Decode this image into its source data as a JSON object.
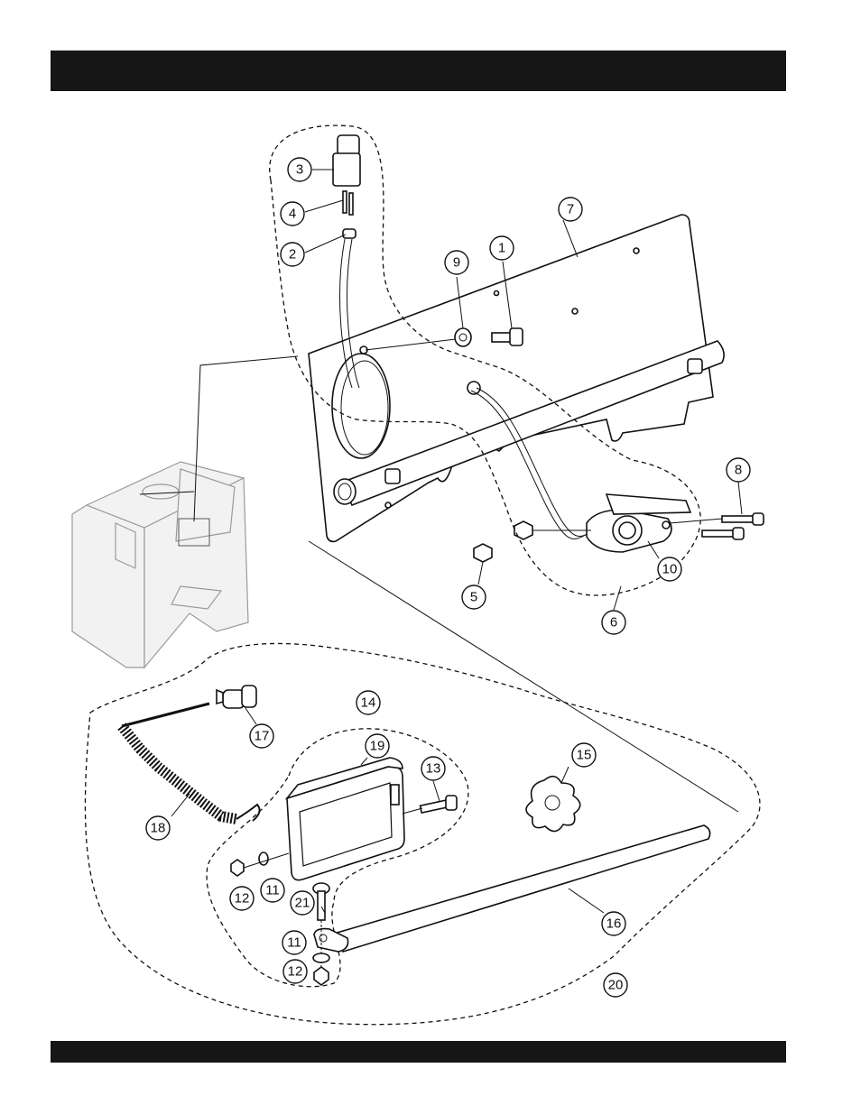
{
  "header": {
    "title": ""
  },
  "footer": {
    "text": ""
  },
  "callouts": [
    "1",
    "2",
    "3",
    "4",
    "5",
    "6",
    "7",
    "8",
    "9",
    "10",
    "11",
    "12",
    "13",
    "14",
    "15",
    "16",
    "17",
    "18",
    "19",
    "20",
    "21"
  ]
}
